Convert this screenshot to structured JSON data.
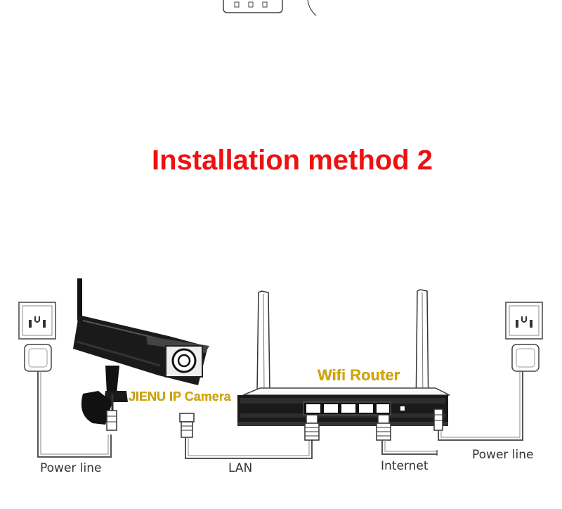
{
  "title": "Installation method 2",
  "labels": {
    "camera": "JIENU IP Camera",
    "router": "Wifi Router",
    "power_line_left": "Power line",
    "lan": "LAN",
    "internet": "Internet",
    "power_line_right": "Power line"
  },
  "colors": {
    "title": "#ee1111",
    "label_highlight": "#d4a800",
    "line": "#555555"
  },
  "icons": [
    "wall-outlet-icon",
    "power-adapter-icon",
    "ip-camera-icon",
    "wifi-router-icon",
    "rj45-plug-icon"
  ]
}
